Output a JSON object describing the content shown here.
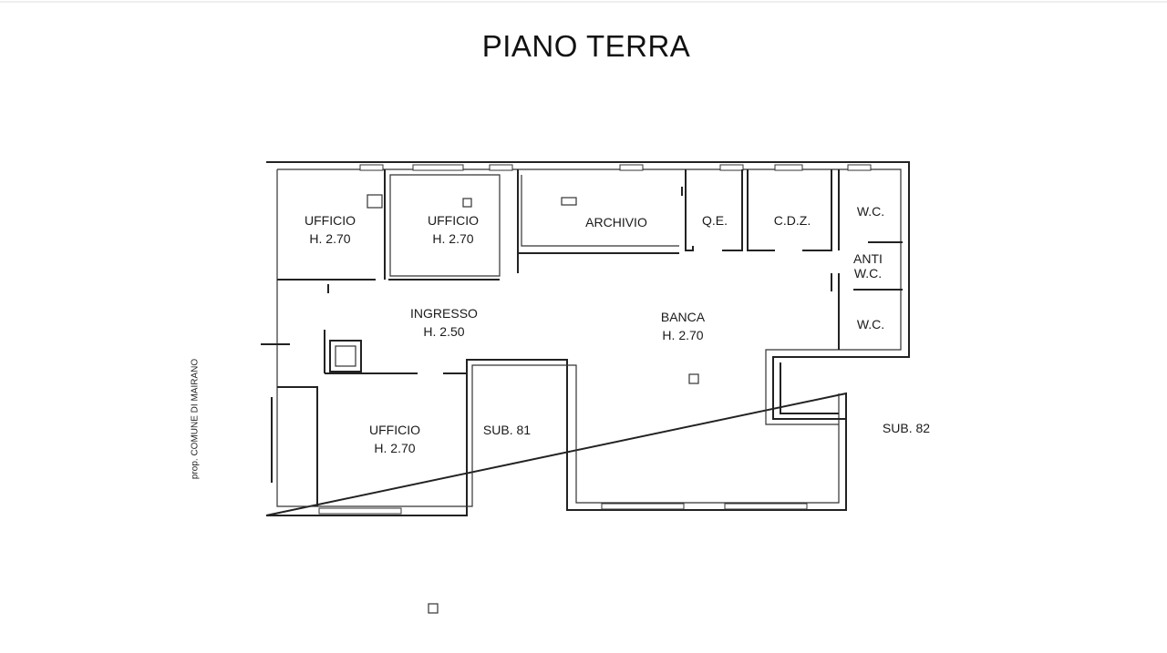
{
  "plan": {
    "title": "PIANO TERRA",
    "side_note": "prop. COMUNE DI MAIRANO",
    "rooms": [
      {
        "id": "ufficio-1",
        "name": "UFFICIO",
        "height": "H. 2.70"
      },
      {
        "id": "ufficio-2",
        "name": "UFFICIO",
        "height": "H. 2.70"
      },
      {
        "id": "archivio",
        "name": "ARCHIVIO",
        "height": ""
      },
      {
        "id": "qe",
        "name": "Q.E.",
        "height": ""
      },
      {
        "id": "cdz",
        "name": "C.D.Z.",
        "height": ""
      },
      {
        "id": "wc-1",
        "name": "W.C.",
        "height": ""
      },
      {
        "id": "anti-wc",
        "name": "ANTI",
        "height": "W.C."
      },
      {
        "id": "wc-2",
        "name": "W.C.",
        "height": ""
      },
      {
        "id": "ingresso",
        "name": "INGRESSO",
        "height": "H. 2.50"
      },
      {
        "id": "banca",
        "name": "BANCA",
        "height": "H. 2.70"
      },
      {
        "id": "ufficio-3",
        "name": "UFFICIO",
        "height": "H. 2.70"
      }
    ],
    "units": [
      {
        "id": "sub-81",
        "name": "SUB. 81"
      },
      {
        "id": "sub-82",
        "name": "SUB. 82"
      }
    ]
  }
}
